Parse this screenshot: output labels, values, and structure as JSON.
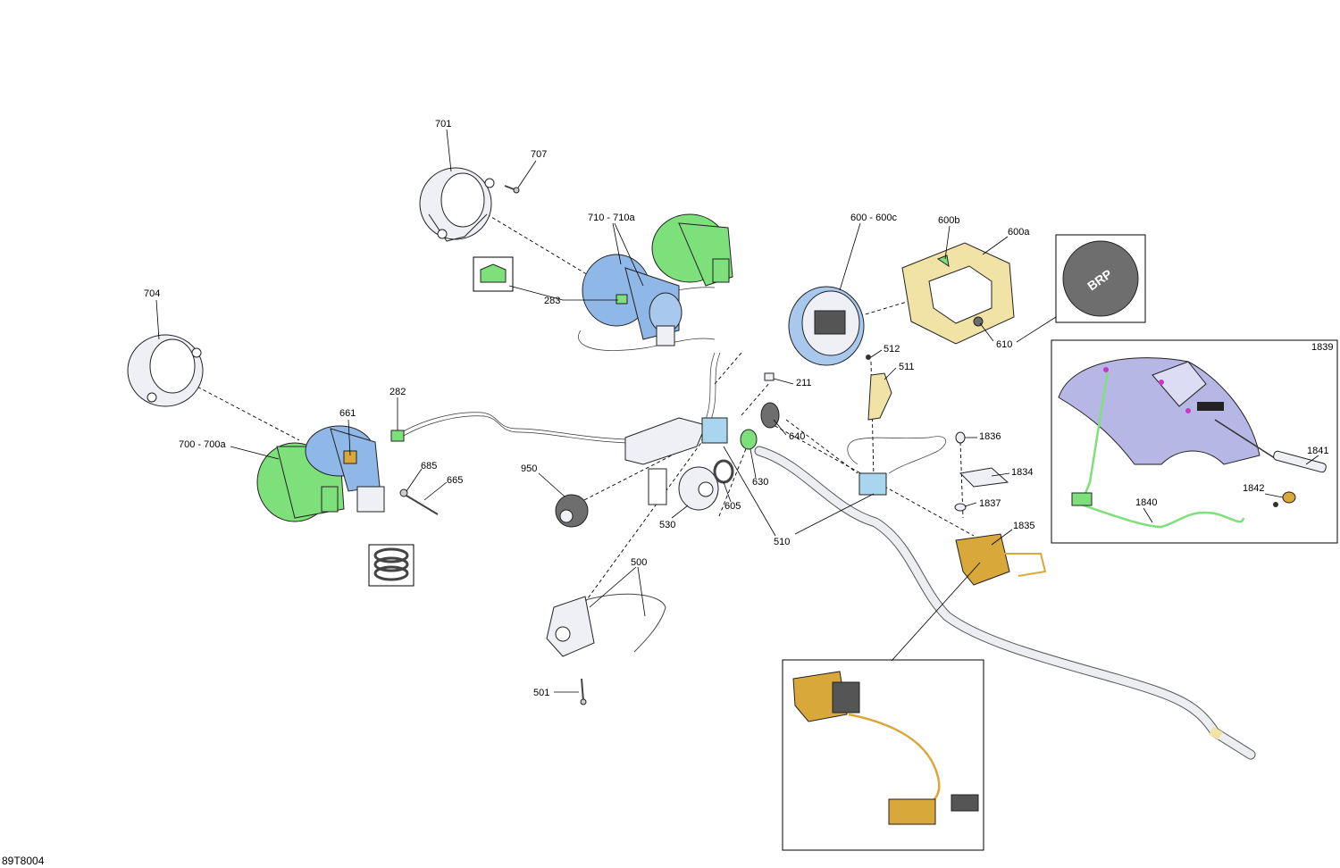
{
  "diagram": {
    "ref_code": "89T8004",
    "part_labels": {
      "p701": "701",
      "p707": "707",
      "p710": "710 - 710a",
      "p283": "283",
      "p704": "704",
      "p600": "600 - 600c",
      "p600b": "600b",
      "p600a": "600a",
      "p610": "610",
      "p1839": "1839",
      "p512": "512",
      "p511": "511",
      "p211": "211",
      "p282": "282",
      "p661": "661",
      "p700": "700 - 700a",
      "p685": "685",
      "p665": "665",
      "p640": "640",
      "p950": "950",
      "p630": "630",
      "p605": "605",
      "p530": "530",
      "p510": "510",
      "p1836": "1836",
      "p1834": "1834",
      "p1837": "1837",
      "p1835": "1835",
      "p1841": "1841",
      "p1842": "1842",
      "p1840": "1840",
      "p500": "500",
      "p501": "501"
    },
    "logo_text": "BRP",
    "colors": {
      "green": "#7ee07a",
      "blue": "#8fb8e8",
      "light_blue": "#a9d6ee",
      "yellow": "#f1e2a6",
      "gold": "#d9a83a",
      "purple": "#b7b7e6",
      "magenta": "#cc33cc",
      "grey": "#e9e9ef",
      "dark_grey": "#6e6e6e"
    }
  }
}
